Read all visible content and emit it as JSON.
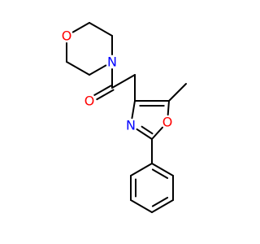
{
  "molecule": {
    "colors": {
      "bond": "#000000",
      "oxygen": "#ff0000",
      "nitrogen": "#0000ff"
    },
    "atoms": [
      {
        "id": "o_morph",
        "label": "O",
        "element": "oxygen"
      },
      {
        "id": "n_morph",
        "label": "N",
        "element": "nitrogen"
      },
      {
        "id": "o_carbonyl",
        "label": "O",
        "element": "oxygen"
      },
      {
        "id": "n_oxazole",
        "label": "N",
        "element": "nitrogen"
      },
      {
        "id": "o_oxazole",
        "label": "O",
        "element": "oxygen"
      }
    ]
  }
}
